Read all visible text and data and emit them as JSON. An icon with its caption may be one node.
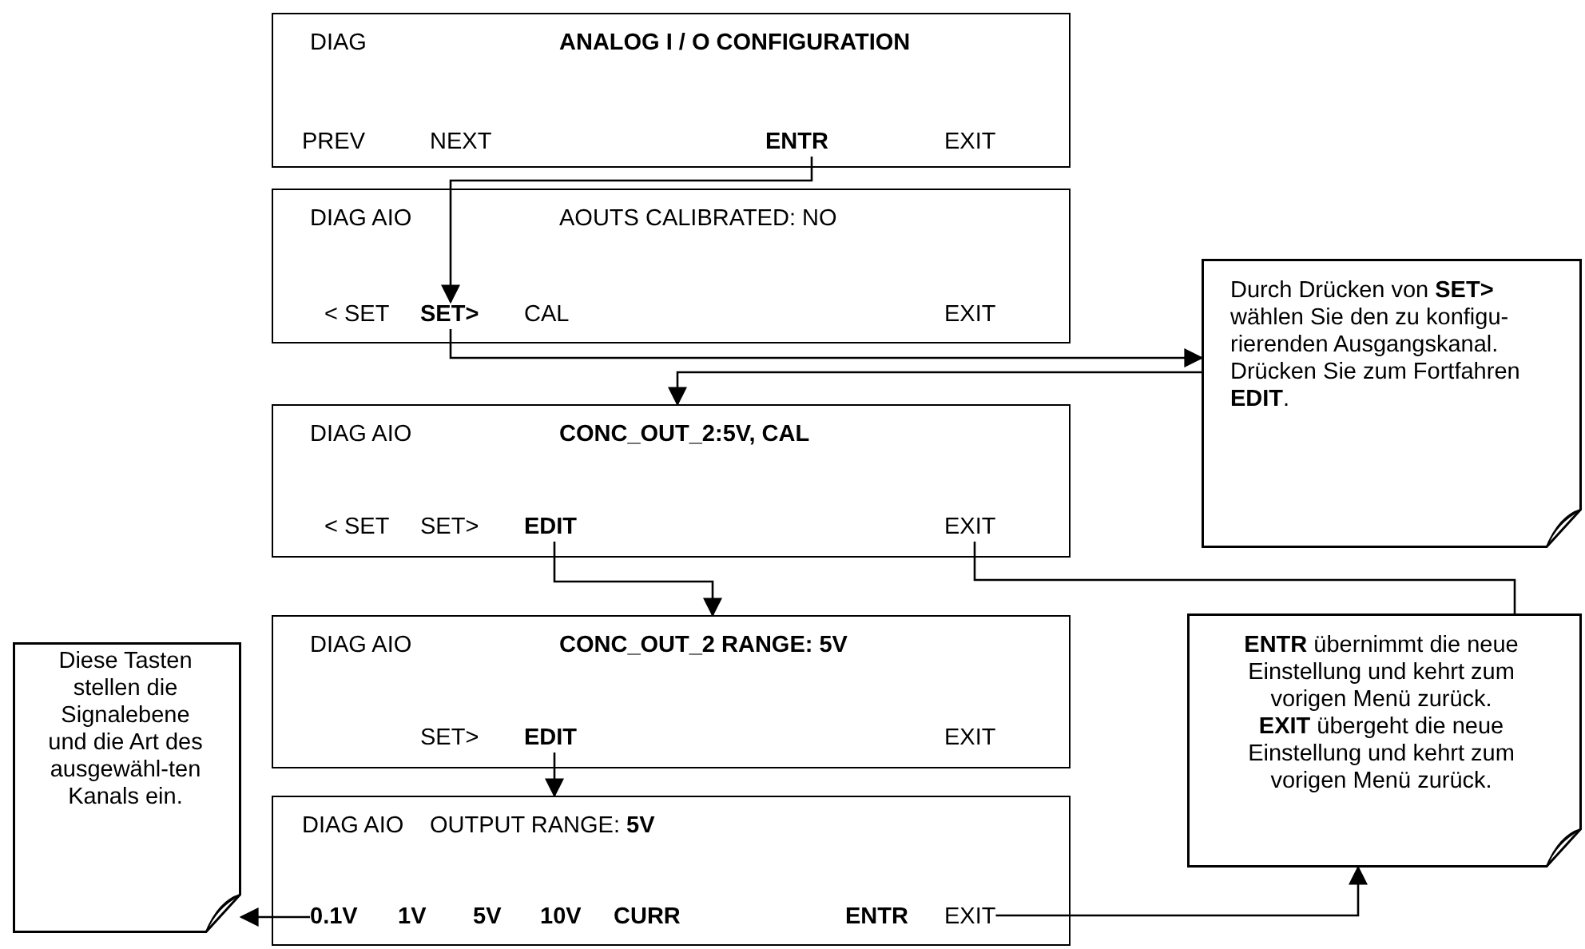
{
  "diagram": {
    "nodes": [
      {
        "text": [
          "DIAG",
          "ANALOG I / O CONFIGURATION",
          "PREV",
          "NEXT",
          "EXIT"
        ]
      },
      {
        "text": [
          "ENTR"
        ],
        "in": 0
      },
      {
        "text": [
          "DIAG AIO",
          "AOUTS CALIBRATED: NO",
          "< SET",
          "CAL",
          "EXIT"
        ]
      },
      {
        "text": [
          "SET>"
        ],
        "in": 2
      },
      {
        "text": [
          "Durch Drücken von **SET>** wählen Sie den zu konfigu-rierenden Ausgangskanal. Drücken Sie zum Fortfahren **EDIT**."
        ]
      },
      {
        "text": [
          "DIAG AIO",
          "CONC_OUT_2:5V, CAL",
          "< SET",
          "SET>"
        ]
      },
      {
        "text": [
          "EDIT"
        ],
        "in": 5
      },
      {
        "text": [
          "EXIT"
        ],
        "in": 5
      },
      {
        "text": [
          "DIAG AIO",
          "CONC_OUT_2 RANGE: 5V",
          "SET>",
          "EXIT"
        ]
      },
      {
        "text": [
          "EDIT"
        ],
        "in": 8
      },
      {
        "text": [
          "**ENTR** übernimmt die neue Einstellung und kehrt zum vorigen Menü zurück.",
          "**EXIT** übergeht die neue Einstellung und kehrt zum vorigen Menü zurück."
        ]
      },
      {
        "text": [
          "DIAG AIO",
          "OUTPUT RANGE: **5V**",
          "1V",
          "5V",
          "10V",
          "CURR",
          "ENTR"
        ]
      },
      {
        "text": [
          "0.1V"
        ],
        "in": 11
      },
      {
        "text": [
          "EXIT"
        ],
        "in": 11
      },
      {
        "text": [
          "Diese Tasten stellen die Signalebene und die Art des ausgewähl-ten Kanals ein."
        ]
      }
    ],
    "edges": [
      {
        "from": 1,
        "to": 3,
        "arrow": "to"
      },
      {
        "from": 3,
        "to": 4,
        "arrow": "to"
      },
      {
        "from": 4,
        "to": 5,
        "arrow": "to"
      },
      {
        "from": 6,
        "to": 8,
        "arrow": "to"
      },
      {
        "from": 7,
        "to": 10,
        "arrow": "none"
      },
      {
        "from": 9,
        "to": 11,
        "arrow": "to"
      },
      {
        "from": 12,
        "to": 14,
        "arrow": "to"
      },
      {
        "from": 13,
        "to": 10,
        "arrow": "to"
      }
    ]
  }
}
